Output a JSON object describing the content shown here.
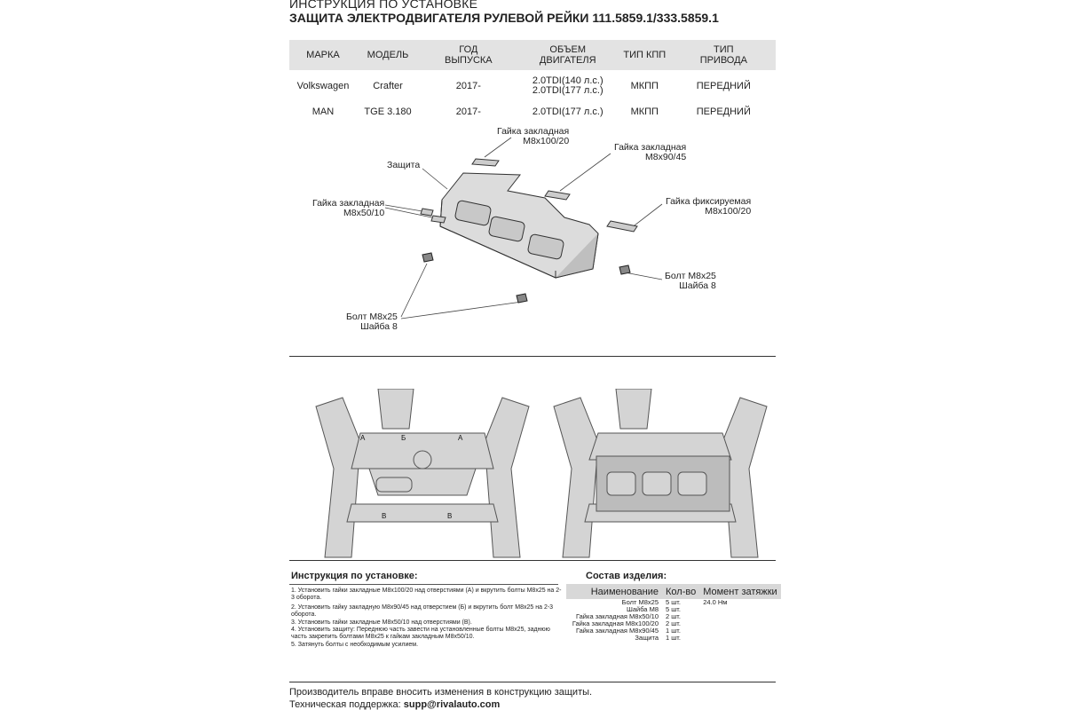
{
  "header": {
    "title": "ИНСТРУКЦИЯ ПО УСТАНОВКЕ",
    "subtitle": "ЗАЩИТА ЭЛЕКТРОДВИГАТЕЛЯ РУЛЕВОЙ РЕЙКИ  111.5859.1/333.5859.1"
  },
  "spec_table": {
    "headers": [
      "МАРКА",
      "МОДЕЛЬ",
      "ГОД ВЫПУСКА",
      "ОБЪЕМ ДВИГАТЕЛЯ",
      "ТИП КПП",
      "ТИП ПРИВОДА"
    ],
    "rows": [
      [
        "Volkswagen",
        "Crafter",
        "2017-",
        "2.0TDI(140 л.с.)\n2.0TDI(177 л.с.)",
        "МКПП",
        "ПЕРЕДНИЙ"
      ],
      [
        "MAN",
        "TGE 3.180",
        "2017-",
        "2.0TDI(177 л.с.)",
        "МКПП",
        "ПЕРЕДНИЙ"
      ]
    ]
  },
  "diagram_labels": {
    "nut_100_20": "Гайка закладная\nМ8х100/20",
    "nut_90_45": "Гайка закладная\nМ8х90/45",
    "shield": "Защита",
    "nut_fixed": "Гайка фиксируемая\nМ8х100/20",
    "nut_50_10": "Гайка закладная\nМ8х50/10",
    "bolt_right": "Болт М8х25\nШайба 8",
    "bolt_left": "Болт М8х25\nШайба 8"
  },
  "photo_markers": {
    "a": "А",
    "b": "Б",
    "v": "В"
  },
  "instructions": {
    "title": "Инструкция по установке:",
    "steps": [
      "1. Установить гайки закладные М8х100/20 над отверстиями (А) и вкрутить болты М8х25 на 2-3 оборота.",
      "2. Установить гайку закладную М8х90/45 над отверстием (Б) и вкрутить болт М8х25 на 2-3 оборота.",
      "3. Установить гайки закладные М8х50/10 над отверстиями (В).",
      "4. Установить защиту: Переднюю часть завести на установленные болты М8х25, заднюю часть закрепить болтами М8х25 к гайкам закладным М8х50/10.",
      "5. Затянуть болты с необходимым усилием."
    ]
  },
  "composition": {
    "title": "Состав изделия:",
    "headers": [
      "Наименование",
      "Кол-во",
      "Момент затяжки"
    ],
    "rows": [
      [
        "Болт М8х25",
        "5 шт.",
        "24.0 Нм"
      ],
      [
        "Шайба М8",
        "5 шт.",
        ""
      ],
      [
        "Гайка закладная М8х50/10",
        "2 шт.",
        ""
      ],
      [
        "Гайка закладная М8х100/20",
        "2 шт.",
        ""
      ],
      [
        "Гайка закладная М8х90/45",
        "1 шт.",
        ""
      ],
      [
        "Защита",
        "1 шт.",
        ""
      ]
    ]
  },
  "footer": {
    "note": "Производитель вправе вносить изменения в конструкцию защиты.",
    "support_label": "Техническая поддержка: ",
    "support_email": "supp@rivalauto.com"
  }
}
